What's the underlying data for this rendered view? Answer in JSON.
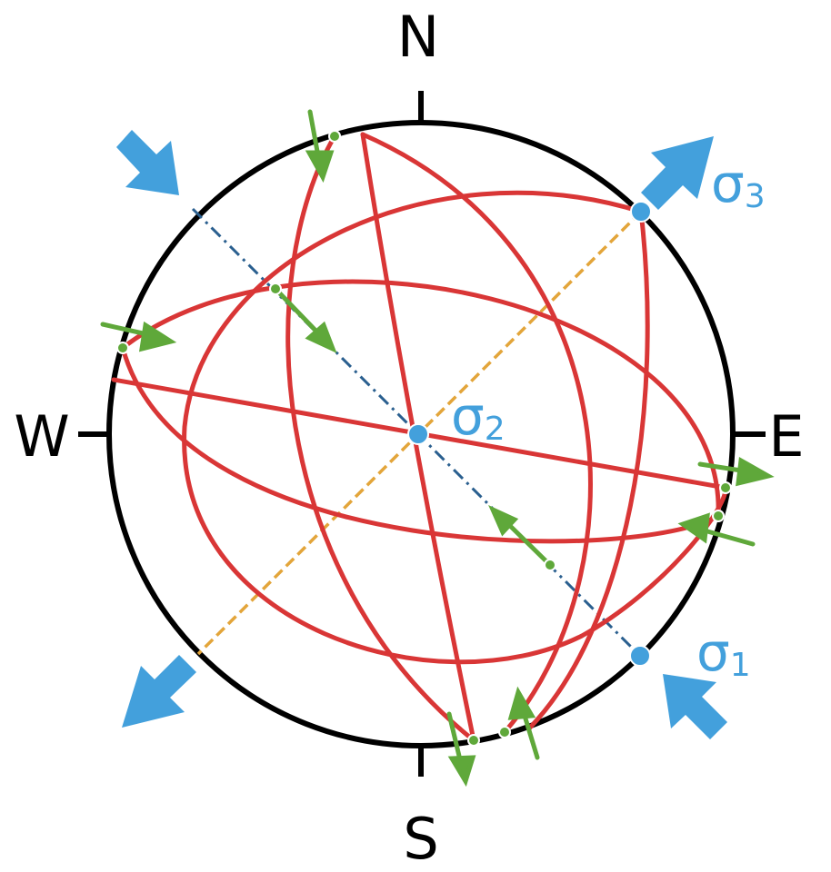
{
  "compass": {
    "north": "N",
    "south": "S",
    "east": "E",
    "west": "W"
  },
  "stress_axes": {
    "sigma1": {
      "symbol": "σ",
      "subscript": "1"
    },
    "sigma2": {
      "symbol": "σ",
      "subscript": "2"
    },
    "sigma3": {
      "symbol": "σ",
      "subscript": "3"
    }
  },
  "colors": {
    "primitive_circle": "#000000",
    "great_circles": "#d93636",
    "slip_arrows": "#5fa83a",
    "stress_arrows": "#43a0dc",
    "sigma1_trace": "#2a5f8f",
    "sigma3_trace": "#e3a53a",
    "sigma_labels": "#43a0dc"
  },
  "icons": {
    "compression_arrow": "compression-arrow-icon",
    "extension_arrow": "extension-arrow-icon",
    "slip_arrow": "slip-arrow-icon"
  }
}
